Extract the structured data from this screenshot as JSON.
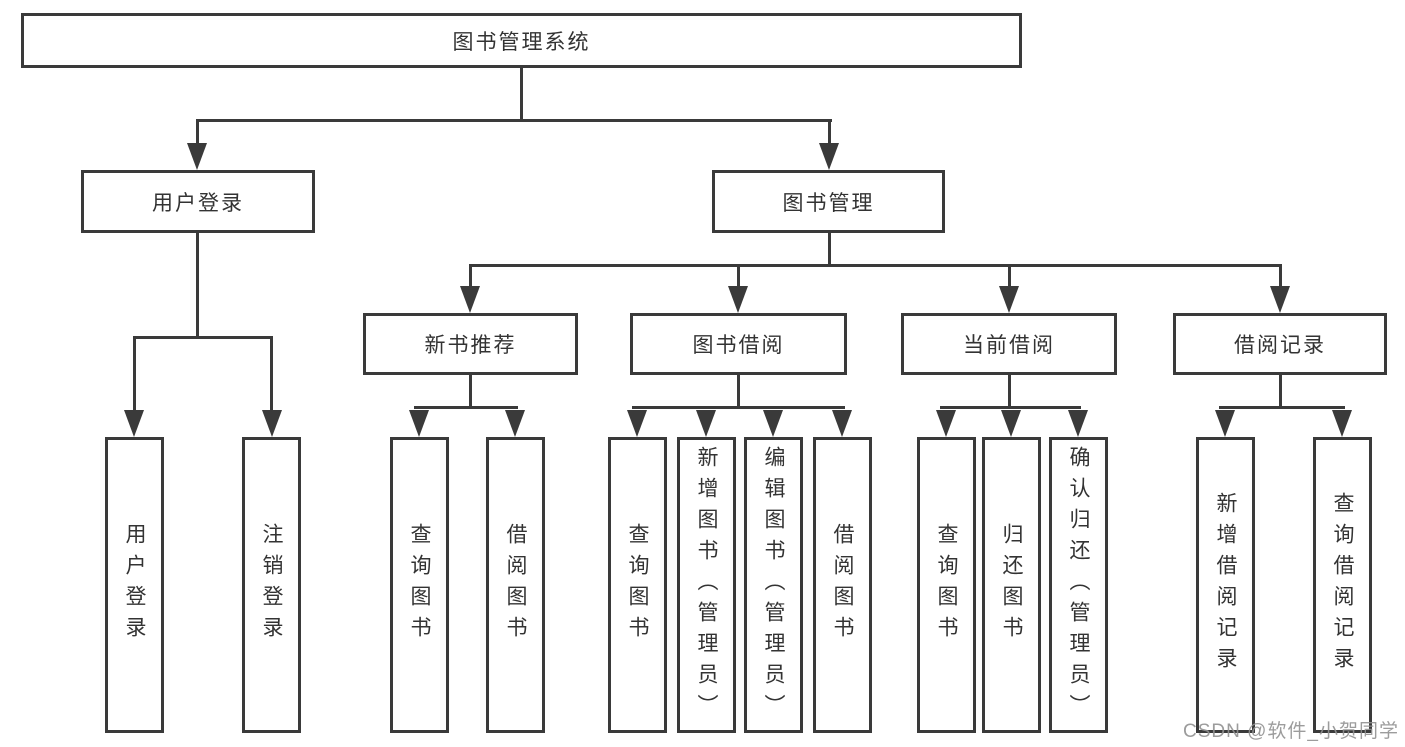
{
  "diagram": {
    "type": "hierarchy-tree",
    "colors": {
      "line": "#3a3a3a",
      "box_border": "#3a3a3a",
      "text": "#333333",
      "background": "#ffffff",
      "watermark": "#919191"
    },
    "tree": {
      "label": "图书管理系统",
      "children": [
        {
          "label": "用户登录",
          "children": [
            {
              "label": "用户登录"
            },
            {
              "label": "注销登录"
            }
          ]
        },
        {
          "label": "图书管理",
          "children": [
            {
              "label": "新书推荐",
              "children": [
                {
                  "label": "查询图书"
                },
                {
                  "label": "借阅图书"
                }
              ]
            },
            {
              "label": "图书借阅",
              "children": [
                {
                  "label": "查询图书"
                },
                {
                  "label": "新增图书（管理员）"
                },
                {
                  "label": "编辑图书（管理员）"
                },
                {
                  "label": "借阅图书"
                }
              ]
            },
            {
              "label": "当前借阅",
              "children": [
                {
                  "label": "查询图书"
                },
                {
                  "label": "归还图书"
                },
                {
                  "label": "确认归还（管理员）"
                }
              ]
            },
            {
              "label": "借阅记录",
              "children": [
                {
                  "label": "新增借阅记录"
                },
                {
                  "label": "查询借阅记录"
                }
              ]
            }
          ]
        }
      ]
    },
    "watermark": {
      "text": "CSDN @软件_小贺同学"
    }
  }
}
